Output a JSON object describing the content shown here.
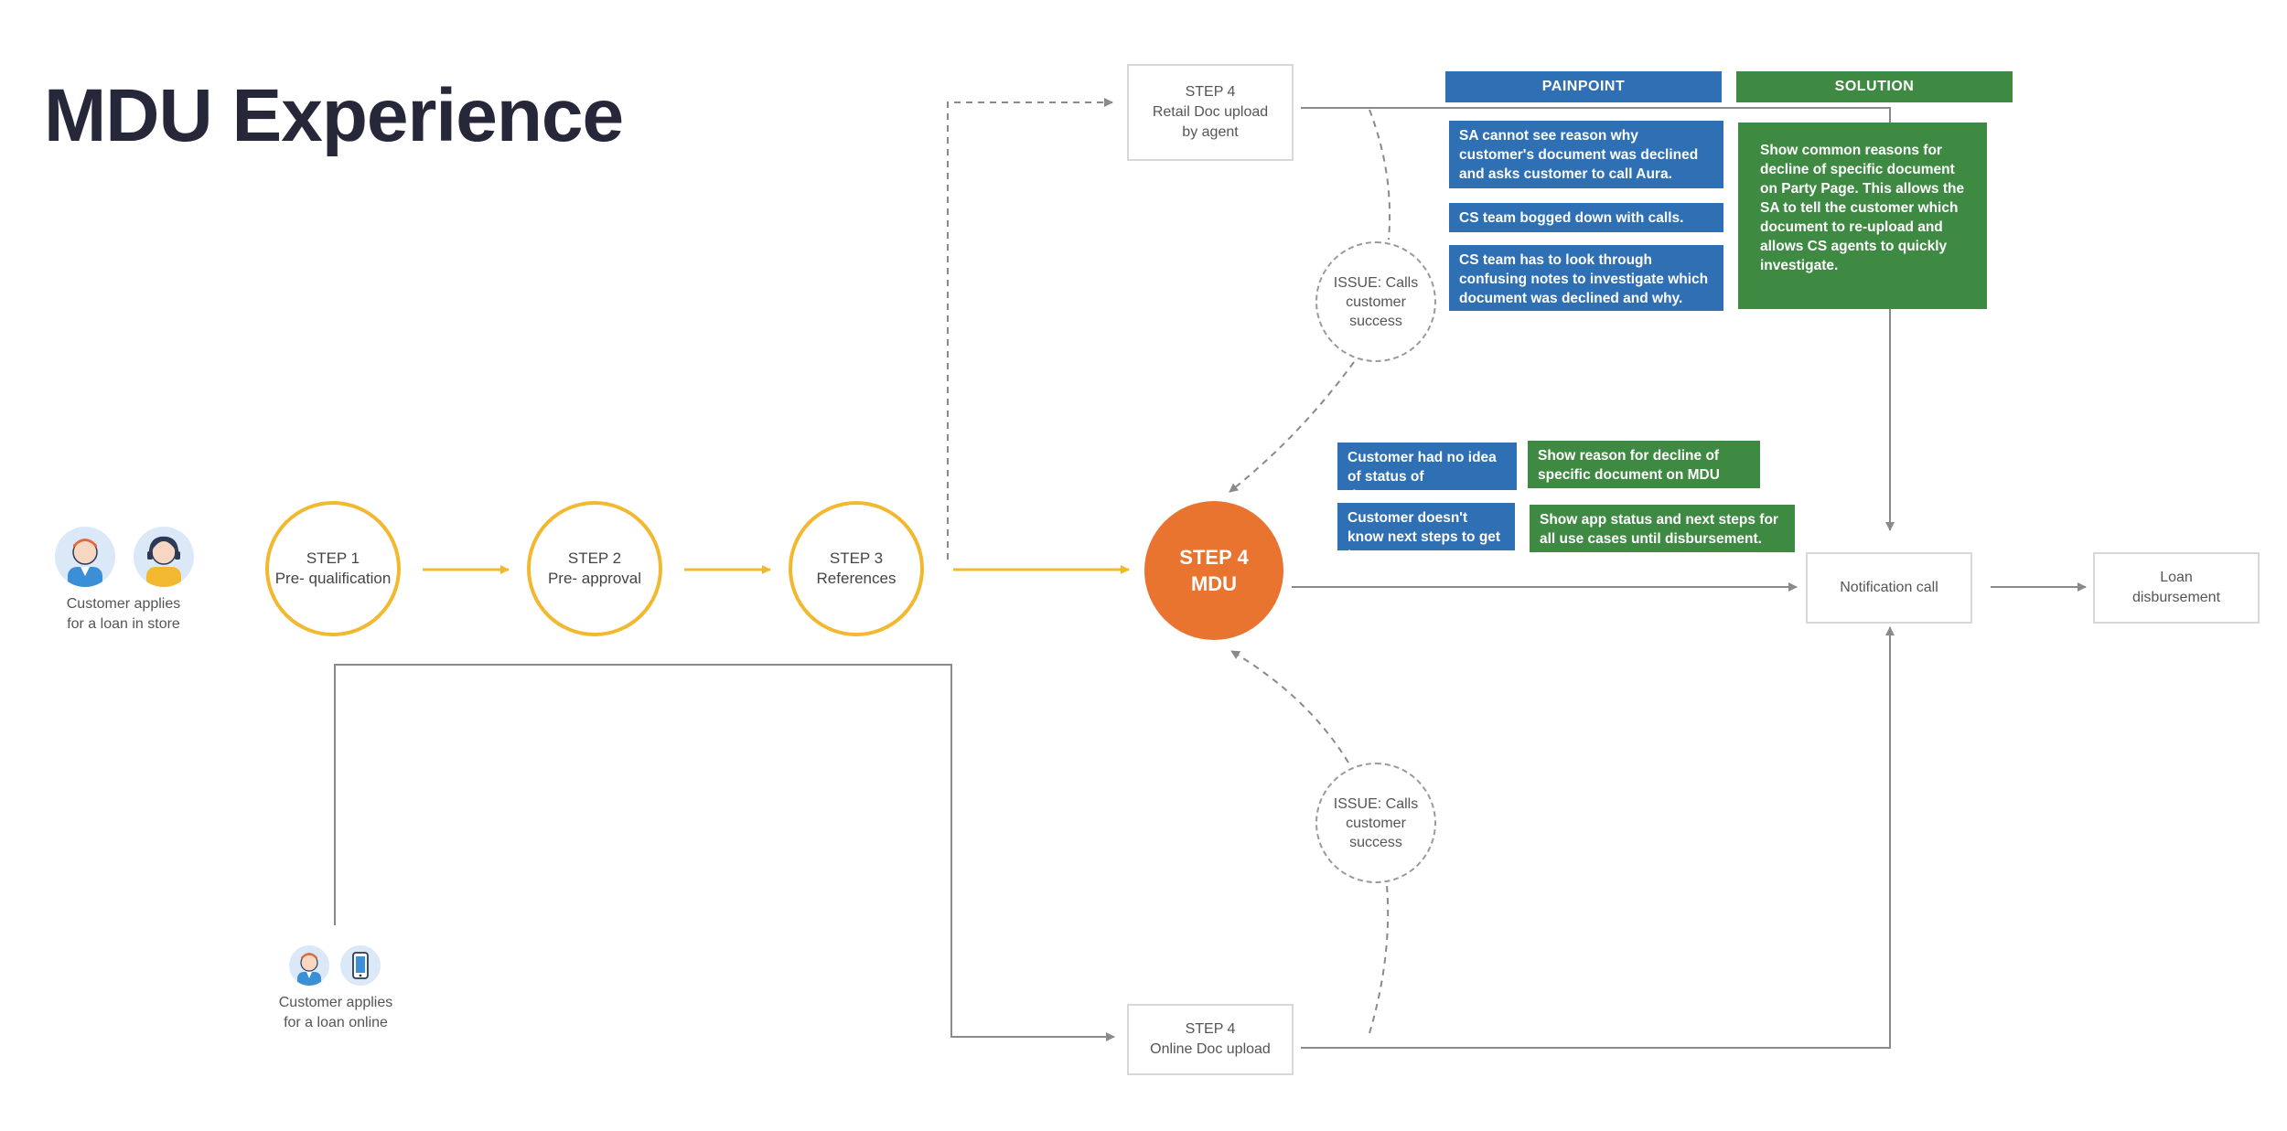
{
  "title": "MDU Experience",
  "customers": {
    "in_store": {
      "line1": "Customer applies",
      "line2": "for a loan in store"
    },
    "online": {
      "line1": "Customer applies",
      "line2": "for a loan online"
    }
  },
  "steps": {
    "step1": {
      "label": "STEP 1",
      "sub": "Pre- qualification"
    },
    "step2": {
      "label": "STEP 2",
      "sub": "Pre- approval"
    },
    "step3": {
      "label": "STEP 3",
      "sub": "References"
    },
    "mdu": {
      "label": "STEP 4",
      "sub": "MDU"
    },
    "retail": {
      "label": "STEP 4",
      "sub1": "Retail Doc upload",
      "sub2": "by agent"
    },
    "online": {
      "label": "STEP 4",
      "sub": "Online Doc upload"
    }
  },
  "issues": {
    "top": {
      "text": "ISSUE: Calls customer success"
    },
    "bottom": {
      "text": "ISSUE: Calls customer success"
    }
  },
  "headers": {
    "painpoint": "PAINPOINT",
    "solution": "SOLUTION"
  },
  "painpoints": [
    "SA cannot see reason why customer's document was declined and asks customer to call Aura.",
    "CS team bogged down with calls.",
    "CS team has to look through confusing notes to investigate which document was declined and why."
  ],
  "solution_main": "Show common reasons for decline of specific document on Party Page. This allows the SA to tell the customer which document to re-upload and allows CS agents to quickly investigate.",
  "mdu_painpoints": [
    "Customer had no idea of status of documents.",
    "Customer doesn't know next steps to get loan."
  ],
  "mdu_solutions": [
    "Show reason for decline of specific document on MDU page.",
    "Show app status and next steps for all use cases until disbursement."
  ],
  "end_nodes": {
    "notification": "Notification call",
    "loan_line1": "Loan",
    "loan_line2": "disbursement"
  },
  "colors": {
    "step_ring": "#f2b82f",
    "mdu": "#e8742f",
    "painpoint": "#2f6fb4",
    "solution": "#3f8a43"
  },
  "icons": [
    "agent-avatar-icon",
    "support-headset-avatar-icon",
    "customer-avatar-icon",
    "mobile-phone-icon"
  ]
}
